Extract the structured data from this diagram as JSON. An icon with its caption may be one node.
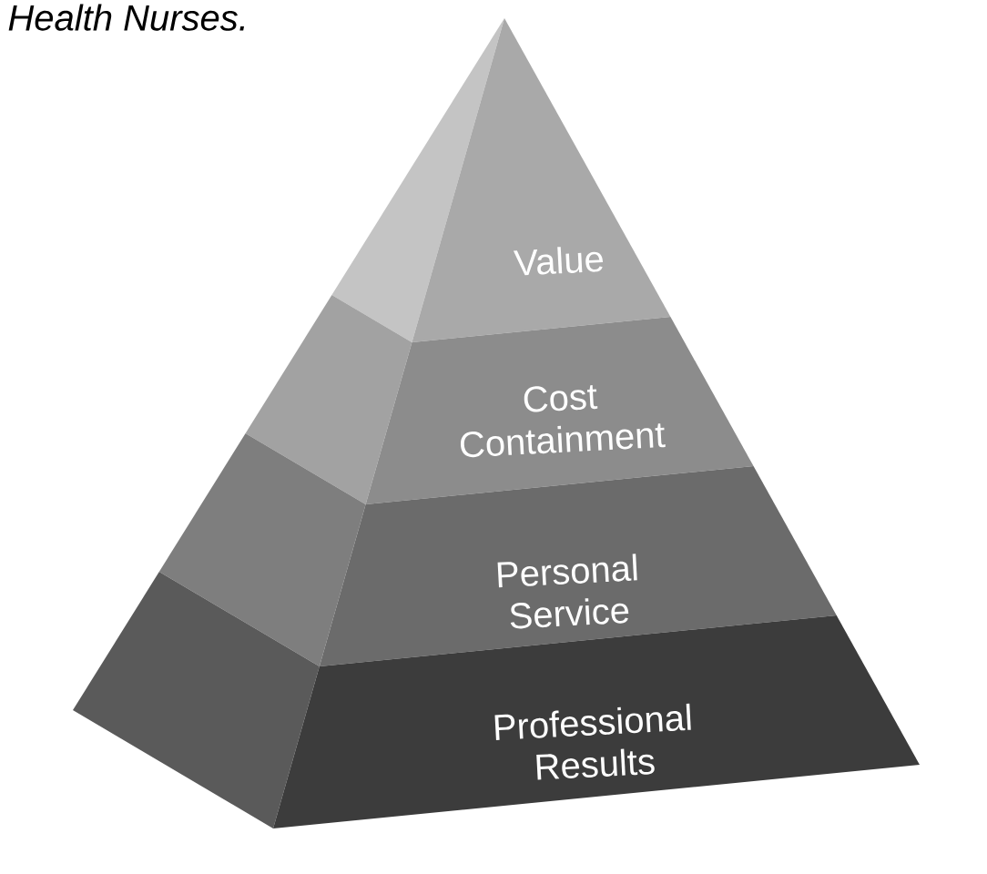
{
  "diagram": {
    "nodes": [
      {
        "text": [
          "Value"
        ]
      },
      {
        "text": [
          "Cost Containment"
        ]
      },
      {
        "text": [
          "Personal Service"
        ]
      },
      {
        "text": [
          "Professional Results"
        ]
      }
    ],
    "labels": [
      "Health Nurses."
    ]
  }
}
